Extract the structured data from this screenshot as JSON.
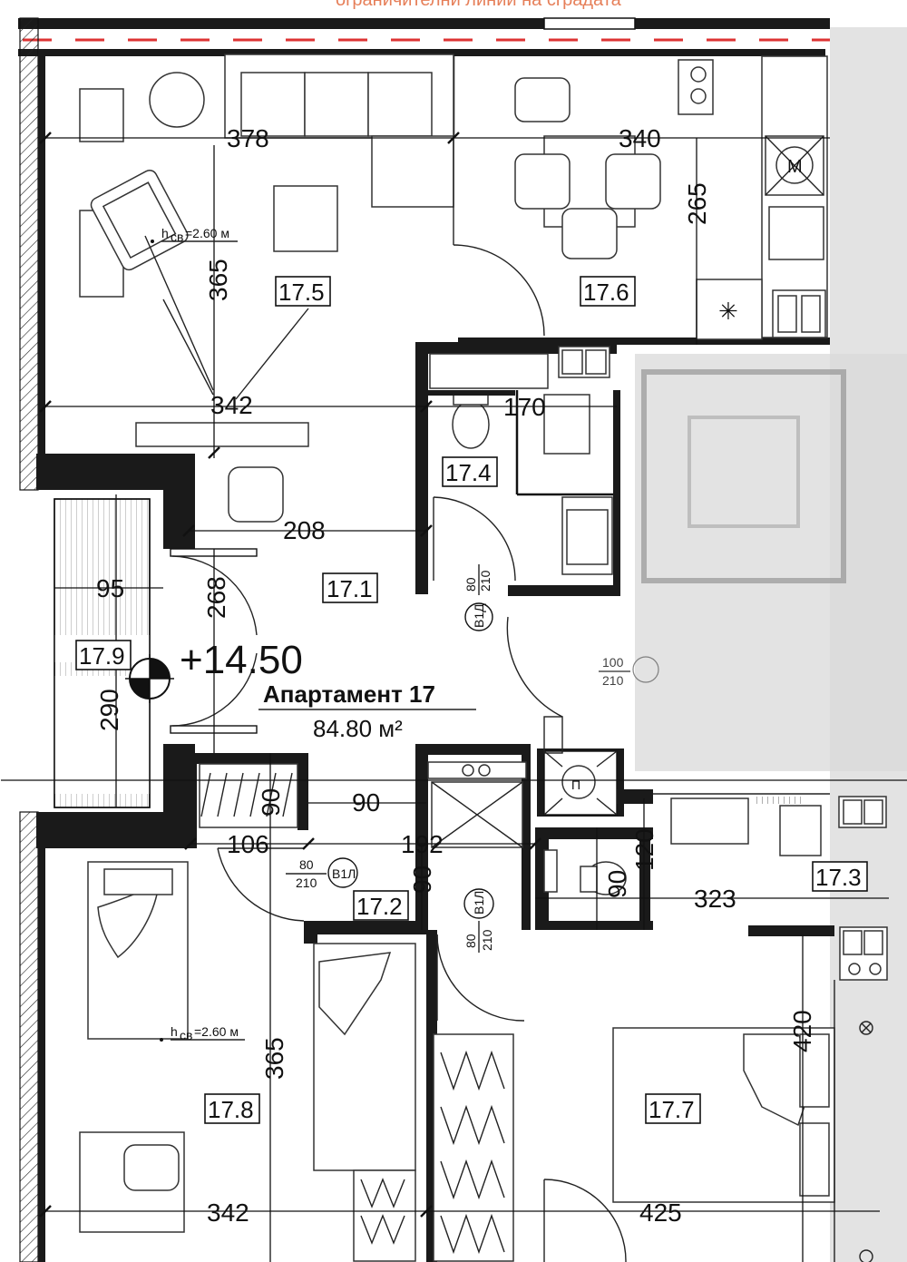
{
  "apartment": {
    "title": "Апартамент 17",
    "area": "84.80 м²",
    "level": "+14.50"
  },
  "rooms": [
    {
      "id": "17.1"
    },
    {
      "id": "17.2"
    },
    {
      "id": "17.3"
    },
    {
      "id": "17.4"
    },
    {
      "id": "17.5"
    },
    {
      "id": "17.6"
    },
    {
      "id": "17.7"
    },
    {
      "id": "17.8"
    },
    {
      "id": "17.9"
    }
  ],
  "dimensions": [
    "378",
    "340",
    "265",
    "365",
    "342",
    "170",
    "208",
    "268",
    "95",
    "290",
    "90",
    "106",
    "192",
    "90",
    "120",
    "323",
    "420",
    "365",
    "342",
    "425",
    "90"
  ],
  "doors": [
    {
      "symbol": "В1Д",
      "width": "80",
      "height": "210"
    },
    {
      "symbol": "В1Л",
      "width": "80",
      "height": "210"
    },
    {
      "symbol": "В1Л",
      "width": "80",
      "height": "210"
    },
    {
      "symbol": "",
      "width": "100",
      "height": "210"
    }
  ],
  "ceiling_heights": [
    "h",
    "h"
  ],
  "ceiling_height_label": "св",
  "ceiling_height_value": "=2.60 м",
  "shaft_label": "П",
  "top_banner": "ограничителни линии на сградата"
}
